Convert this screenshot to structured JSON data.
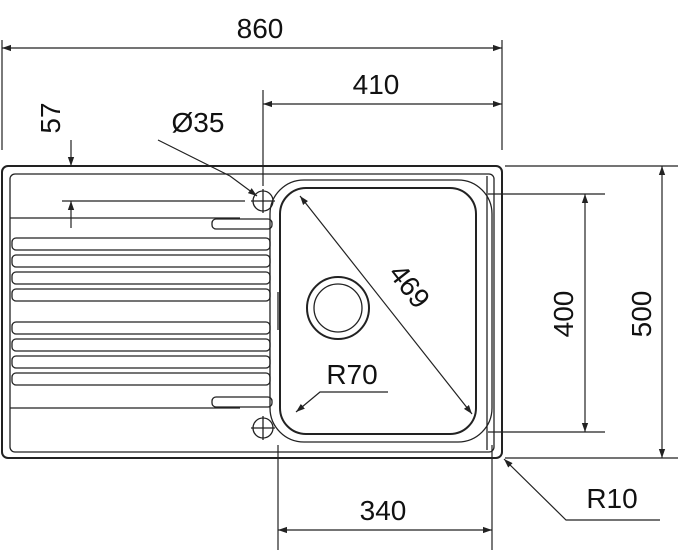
{
  "drawing": {
    "colors": {
      "line": "#222222",
      "text": "#111111",
      "background": "#ffffff"
    },
    "dimensions": {
      "overall_width": "860",
      "bowl_offset_width": "410",
      "tap_hole_offset": "57",
      "tap_hole_diameter": "Ø35",
      "bowl_diagonal": "469",
      "bowl_length": "400",
      "overall_depth": "500",
      "bowl_corner_radius": "R70",
      "bowl_width": "340",
      "outer_corner_radius": "R10"
    }
  }
}
